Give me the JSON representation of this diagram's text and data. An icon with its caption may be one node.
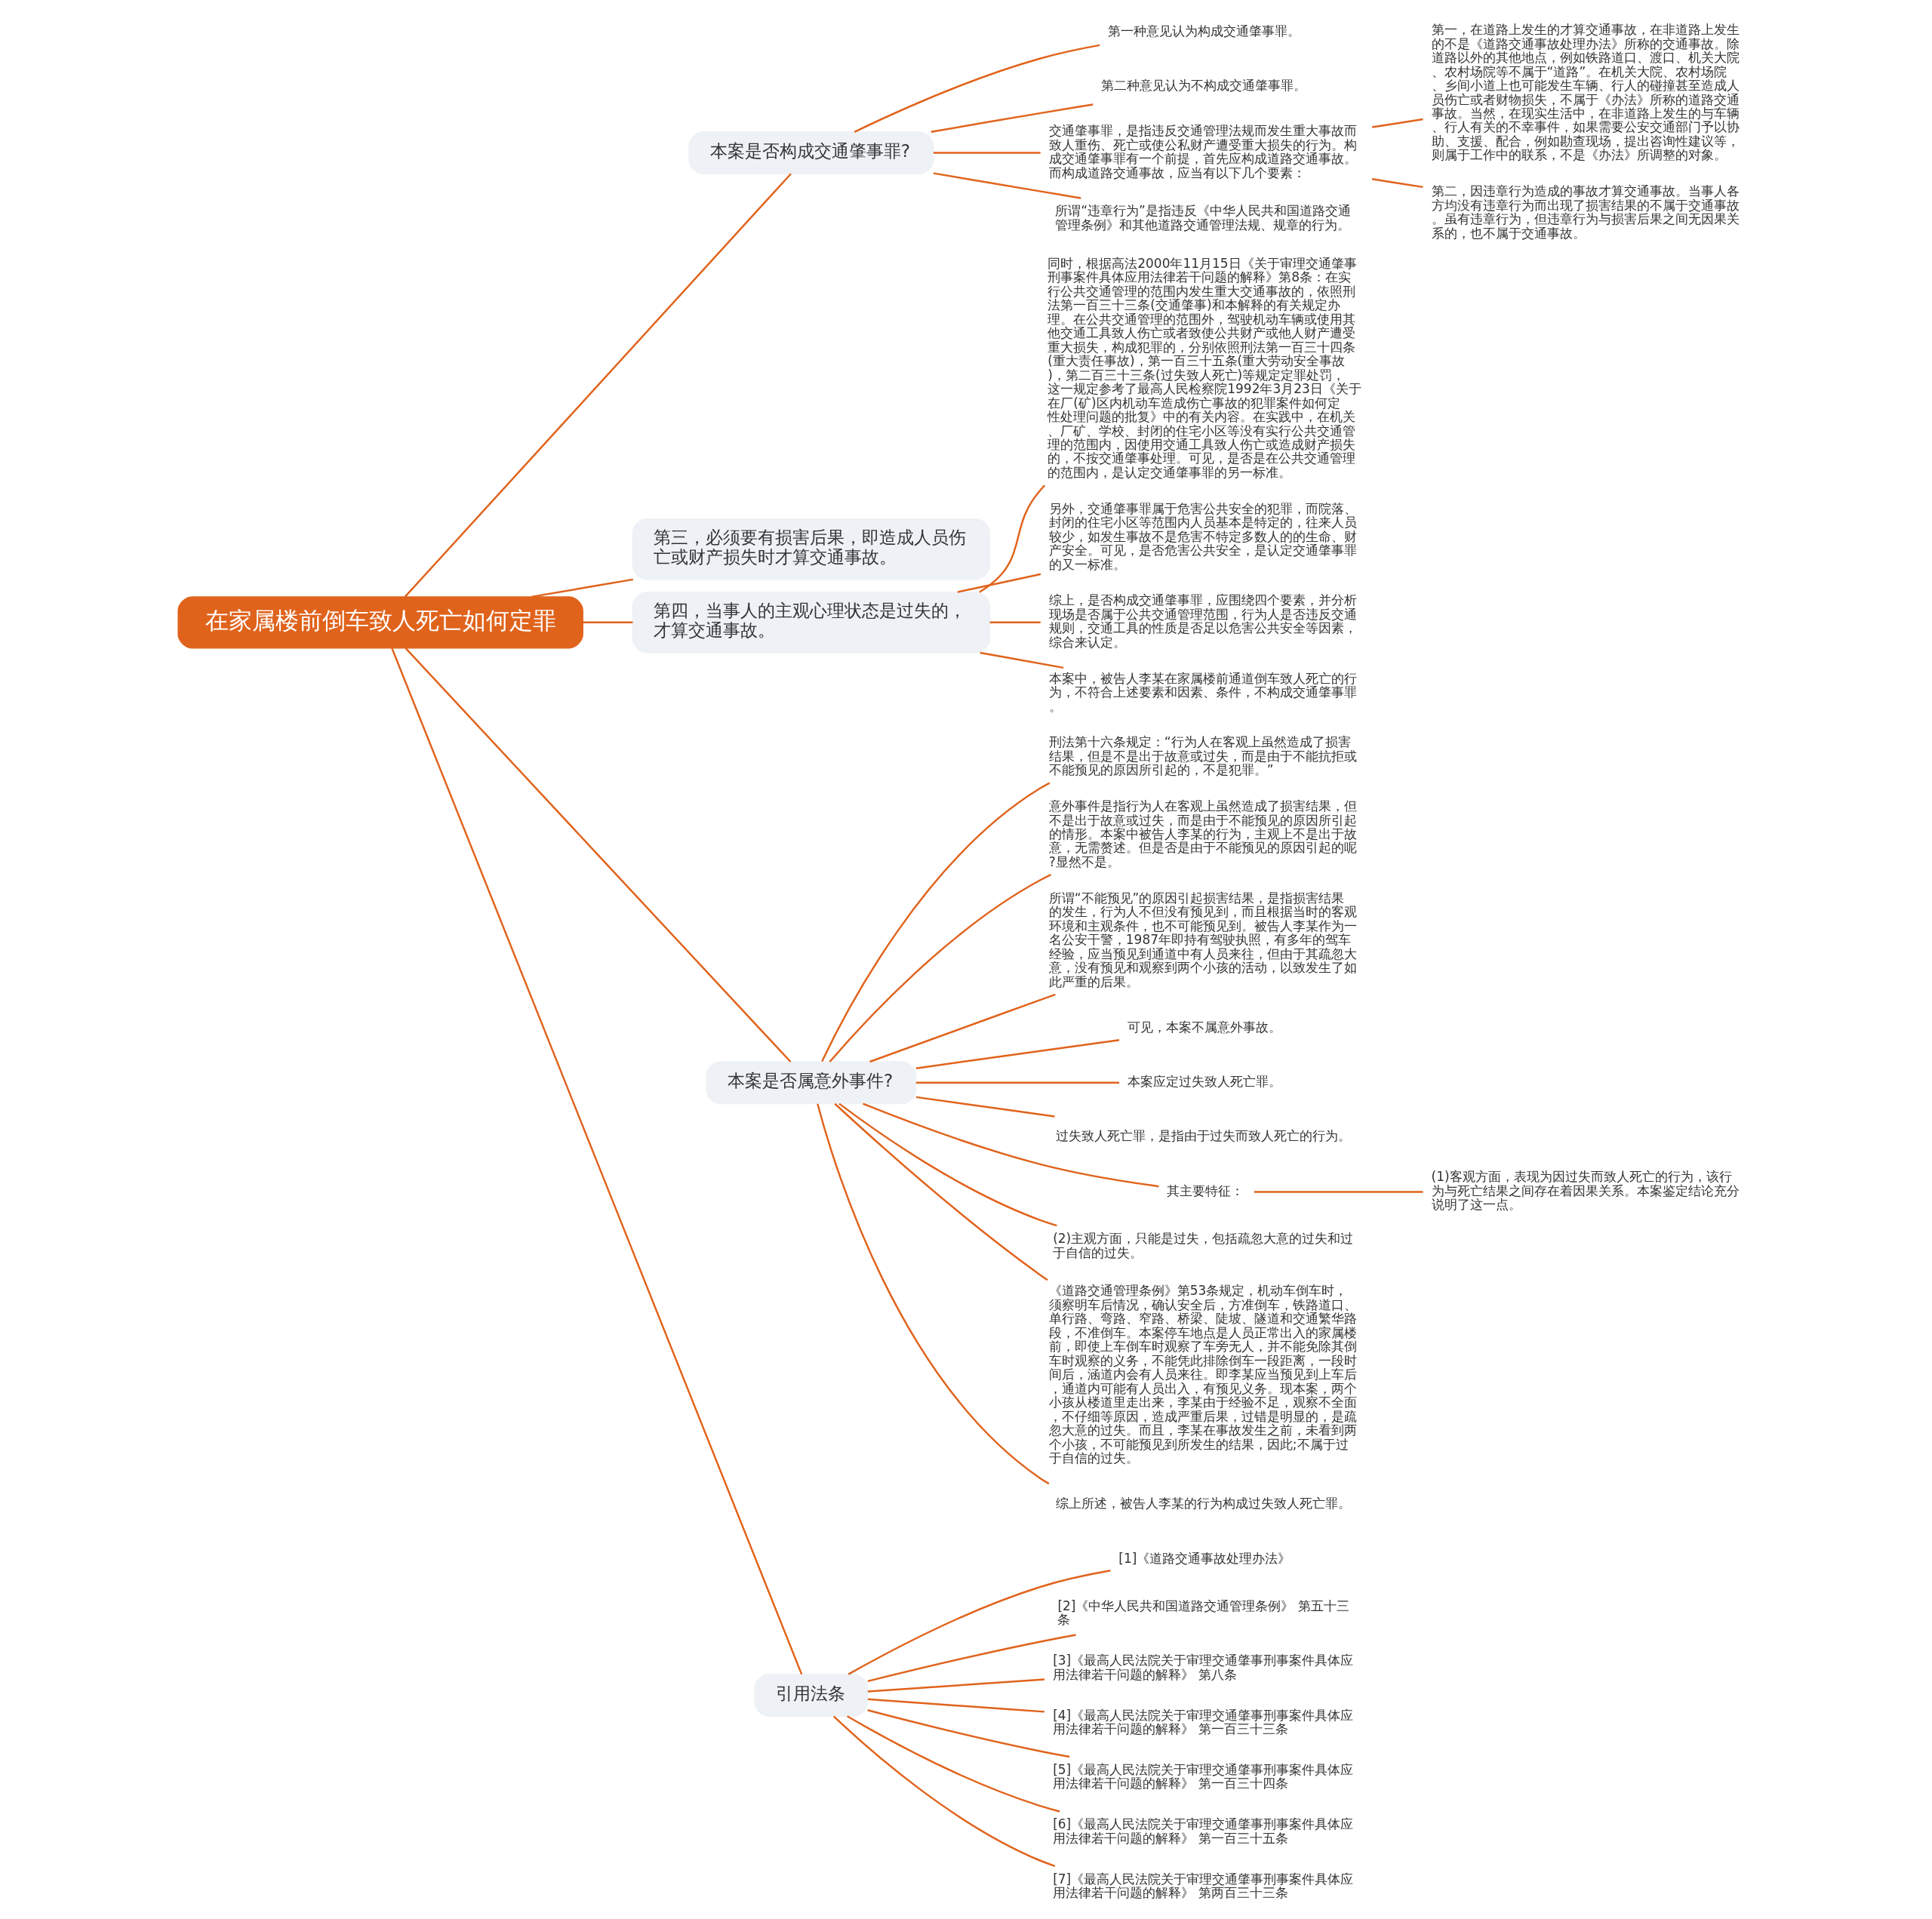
{
  "diagram": {
    "nodes": [
      {
        "text": [
          "在家属楼前倒车致人死亡如何定罪"
        ]
      },
      {
        "text": [
          "本案是否构成交通肇事罪?"
        ]
      },
      {
        "text": [
          "第一种意见认为构成交通肇事罪。"
        ]
      },
      {
        "text": [
          "第二种意见认为不构成交通肇事罪。"
        ]
      },
      {
        "text": [
          "交通肇事罪，是指违反交通管理法规而发生重大事故而致人重伤、死亡或使公私财产遭受重大损失的行为。构成交通肇事罪有一个前提，首先应构成道路交通事故。而构成道路交通事故，应当有以下几个要素："
        ]
      },
      {
        "text": [
          "第一，在道路上发生的才算交通事故，在非道路上发生的不是《道路交通事故处理办法》所称的交通事故。除道路以外的其他地点，例如铁路道口、渡口、机关大院、农村场院等不属于“道路”。在机关大院、农村场院、乡间小道上也可能发生车辆、行人的碰撞甚至造成人员伤亡或者财物损失，不属于《办法》所称的道路交通事故。当然，在现实生活中，在非道路上发生的与车辆、行人有关的不幸事件，如果需要公安交通部门予以协助、支援、配合，例如勘查现场，提出咨询性建议等，则属于工作中的联系，不是《办法》所调整的对象。"
        ]
      },
      {
        "text": [
          "第二，因违章行为造成的事故才算交通事故。当事人各方均没有违章行为而出现了损害结果的不属于交通事故。虽有违章行为，但违章行为与损害后果之间无因果关系的，也不属于交通事故。"
        ]
      },
      {
        "text": [
          "所谓“违章行为”是指违反《中华人民共和国道路交通管理条例》和其他道路交通管理法规、规章的行为。"
        ]
      },
      {
        "text": [
          "第三，必须要有损害后果，即造成人员伤亡或财产损失时才算交通事故。"
        ]
      },
      {
        "text": [
          "第四，当事人的主观心理状态是过失的，才算交通事故。"
        ]
      },
      {
        "text": [
          "同时，根据高法2000年11月15日《关于审理交通肇事刑事案件具体应用法律若干问题的解释》第8条：在实行公共交通管理的范围内发生重大交通事故的，依照刑法第一百三十三条(交通肇事)和本解释的有关规定办理。在公共交通管理的范围外，驾驶机动车辆或使用其他交通工具致人伤亡或者致使公共财产或他人财产遭受重大损失，构成犯罪的，分别依照刑法第一百三十四条(重大责任事故)，第一百三十五条(重大劳动安全事故)，第二百三十三条(过失致人死亡)等规定定罪处罚，这一规定参考了最高人民检察院1992年3月23日《关于在厂(矿)区内机动车造成伤亡事故的犯罪案件如何定性处理问题的批复》中的有关内容。在实践中，在机关、厂矿、学校、封闭的住宅小区等没有实行公共交通管理的范围内，因使用交通工具致人伤亡或造成财产损失的，不按交通肇事处理。可见，是否是在公共交通管理的范围内，是认定交通肇事罪的另一标准。"
        ]
      },
      {
        "text": [
          "另外，交通肇事罪属于危害公共安全的犯罪，而院落、封闭的住宅小区等范围内人员基本是特定的，往来人员较少，如发生事故不是危害不特定多数人的的生命、财产安全。可见，是否危害公共安全，是认定交通肇事罪的又一标准。"
        ]
      },
      {
        "text": [
          "综上，是否构成交通肇事罪，应围绕四个要素，并分析现场是否属于公共交通管理范围，行为人是否违反交通规则，交通工具的性质是否足以危害公共安全等因素，综合来认定。"
        ]
      },
      {
        "text": [
          "本案中，被告人李某在家属楼前通道倒车致人死亡的行为，不符合上述要素和因素、条件，不构成交通肇事罪。"
        ]
      },
      {
        "text": [
          "本案是否属意外事件?"
        ]
      },
      {
        "text": [
          "刑法第十六条规定：“行为人在客观上虽然造成了损害结果，但是不是出于故意或过失，而是由于不能抗拒或不能预见的原因所引起的，不是犯罪。”"
        ]
      },
      {
        "text": [
          "意外事件是指行为人在客观上虽然造成了损害结果，但不是出于故意或过失，而是由于不能预见的原因所引起的情形。本案中被告人李某的行为，主观上不是出于故意，无需赘述。但是否是由于不能预见的原因引起的呢?显然不是。"
        ]
      },
      {
        "text": [
          "所谓“不能预见”的原因引起损害结果，是指损害结果的发生，行为人不但没有预见到，而且根据当时的客观环境和主观条件，也不可能预见到。被告人李某作为一名公安干警，1987年即持有驾驶执照，有多年的驾车经验，应当预见到通道中有人员来往，但由于其疏忽大意，没有预见和观察到两个小孩的活动，以致发生了如此严重的后果。"
        ]
      },
      {
        "text": [
          "可见，本案不属意外事故。"
        ]
      },
      {
        "text": [
          "本案应定过失致人死亡罪。"
        ]
      },
      {
        "text": [
          "过失致人死亡罪，是指由于过失而致人死亡的行为。"
        ]
      },
      {
        "text": [
          "其主要特征："
        ]
      },
      {
        "text": [
          "(1)客观方面，表现为因过失而致人死亡的行为，该行为与死亡结果之间存在着因果关系。本案鉴定结论充分说明了这一点。"
        ]
      },
      {
        "text": [
          "(2)主观方面，只能是过失，包括疏忽大意的过失和过于自信的过失。"
        ]
      },
      {
        "text": [
          "《道路交通管理条例》第53条规定，机动车倒车时，须察明车后情况，确认安全后，方准倒车，铁路道口、单行路、弯路、窄路、桥梁、陡坡、隧道和交通繁华路段，不准倒车。本案停车地点是人员正常出入的家属楼前，即使上车倒车时观察了车旁无人，并不能免除其倒车时观察的义务，不能凭此排除倒车一段距离，一段时间后，涵道内会有人员来往。即李某应当预见到上车后，通道内可能有人员出入，有预见义务。现本案，两个小孩从楼道里走出来，李某由于经验不足，观察不全面，不仔细等原因，造成严重后果，过错是明显的，是疏忽大意的过失。而且，李某在事故发生之前，未看到两个小孩，不可能预见到所发生的结果，因此;不属于过于自信的过失。"
        ]
      },
      {
        "text": [
          "综上所述，被告人李某的行为构成过失致人死亡罪。"
        ]
      },
      {
        "text": [
          "引用法条"
        ]
      },
      {
        "text": [
          "[1]《道路交通事故处理办法》"
        ]
      },
      {
        "text": [
          "[2]《中华人民共和国道路交通管理条例》 第五十三条"
        ]
      },
      {
        "text": [
          "[3]《最高人民法院关于审理交通肇事刑事案件具体应用法律若干问题的解释》 第八条"
        ]
      },
      {
        "text": [
          "[4]《最高人民法院关于审理交通肇事刑事案件具体应用法律若干问题的解释》 第一百三十三条"
        ]
      },
      {
        "text": [
          "[5]《最高人民法院关于审理交通肇事刑事案件具体应用法律若干问题的解释》 第一百三十四条"
        ]
      },
      {
        "text": [
          "[6]《最高人民法院关于审理交通肇事刑事案件具体应用法律若干问题的解释》 第一百三十五条"
        ]
      },
      {
        "text": [
          "[7]《最高人民法院关于审理交通肇事刑事案件具体应用法律若干问题的解释》 第两百三十三条"
        ]
      }
    ],
    "edges": [
      {
        "from": 0,
        "to": 1,
        "arrow": "none"
      },
      {
        "from": 1,
        "to": 2,
        "arrow": "none"
      },
      {
        "from": 1,
        "to": 3,
        "arrow": "none"
      },
      {
        "from": 1,
        "to": 4,
        "arrow": "none"
      },
      {
        "from": 4,
        "to": 5,
        "arrow": "none"
      },
      {
        "from": 4,
        "to": 6,
        "arrow": "none"
      },
      {
        "from": 1,
        "to": 7,
        "arrow": "none"
      },
      {
        "from": 0,
        "to": 8,
        "arrow": "none"
      },
      {
        "from": 0,
        "to": 9,
        "arrow": "none"
      },
      {
        "from": 9,
        "to": 10,
        "arrow": "none"
      },
      {
        "from": 9,
        "to": 11,
        "arrow": "none"
      },
      {
        "from": 9,
        "to": 12,
        "arrow": "none"
      },
      {
        "from": 9,
        "to": 13,
        "arrow": "none"
      },
      {
        "from": 0,
        "to": 14,
        "arrow": "none"
      },
      {
        "from": 14,
        "to": 15,
        "arrow": "none"
      },
      {
        "from": 14,
        "to": 16,
        "arrow": "none"
      },
      {
        "from": 14,
        "to": 17,
        "arrow": "none"
      },
      {
        "from": 14,
        "to": 18,
        "arrow": "none"
      },
      {
        "from": 14,
        "to": 19,
        "arrow": "none"
      },
      {
        "from": 14,
        "to": 20,
        "arrow": "none"
      },
      {
        "from": 14,
        "to": 21,
        "arrow": "none"
      },
      {
        "from": 21,
        "to": 22,
        "arrow": "none"
      },
      {
        "from": 14,
        "to": 23,
        "arrow": "none"
      },
      {
        "from": 14,
        "to": 24,
        "arrow": "none"
      },
      {
        "from": 14,
        "to": 25,
        "arrow": "none"
      },
      {
        "from": 0,
        "to": 26,
        "arrow": "none"
      },
      {
        "from": 26,
        "to": 27,
        "arrow": "none"
      },
      {
        "from": 26,
        "to": 28,
        "arrow": "none"
      },
      {
        "from": 26,
        "to": 29,
        "arrow": "none"
      },
      {
        "from": 26,
        "to": 30,
        "arrow": "none"
      },
      {
        "from": 26,
        "to": 31,
        "arrow": "none"
      },
      {
        "from": 26,
        "to": 32,
        "arrow": "none"
      },
      {
        "from": 26,
        "to": 33,
        "arrow": "none"
      }
    ]
  }
}
